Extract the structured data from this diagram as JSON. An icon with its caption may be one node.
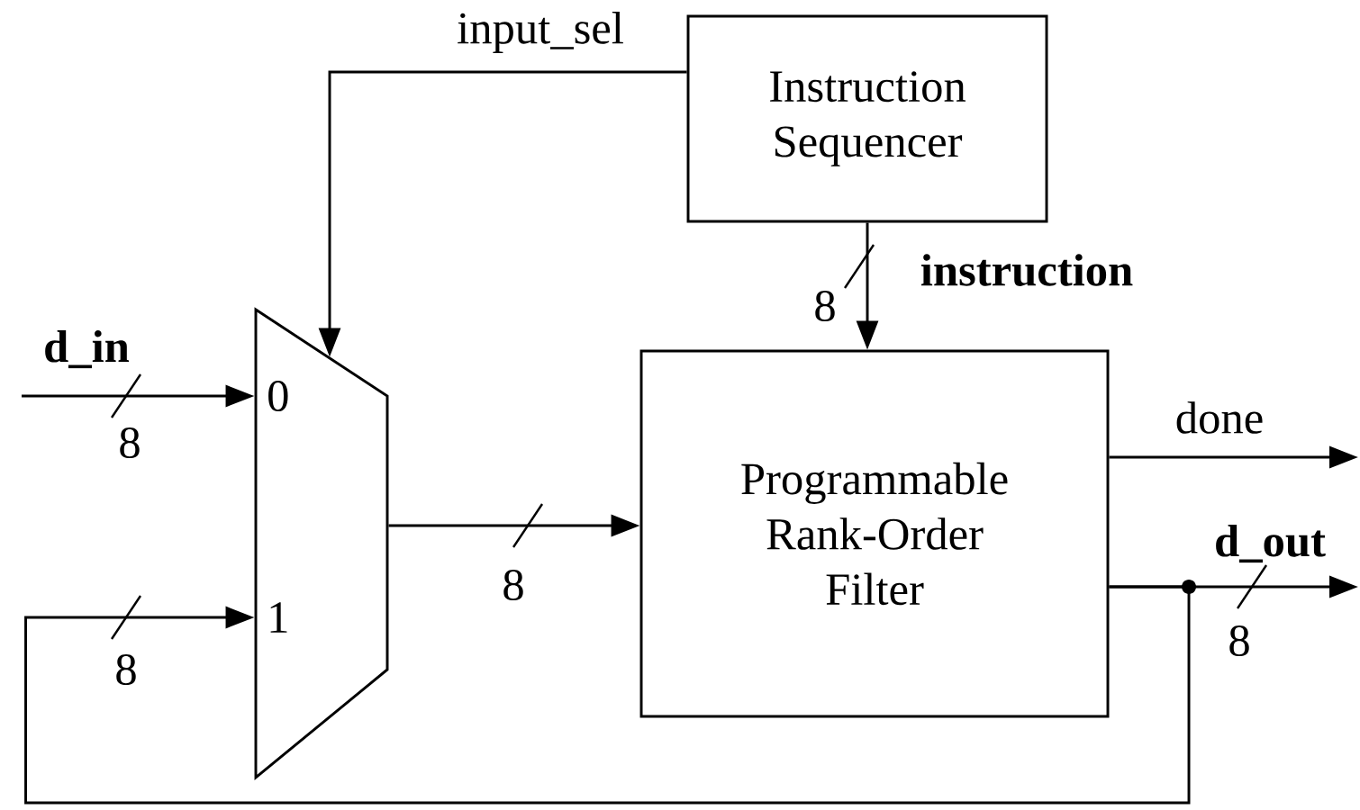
{
  "diagram": {
    "nodes": [
      {
        "text": [
          "Instruction Sequencer"
        ]
      },
      {
        "text": [
          "0",
          "1"
        ]
      },
      {
        "text": [
          "Programmable Rank-Order Filter"
        ]
      }
    ],
    "edges": [
      {
        "from": 0,
        "to": 1,
        "arrow": "to",
        "label": "input_sel"
      },
      {
        "from": 0,
        "to": 2,
        "arrow": "to",
        "label": "instruction"
      },
      {
        "from": null,
        "to": 1,
        "arrow": "to",
        "label": "d_in"
      },
      {
        "from": 1,
        "to": 2,
        "arrow": "to"
      },
      {
        "from": 2,
        "to": null,
        "arrow": "to",
        "label": "done"
      },
      {
        "from": 2,
        "to": null,
        "arrow": "to",
        "label": "d_out"
      },
      {
        "from": 2,
        "to": 1,
        "arrow": "to"
      }
    ],
    "labels": [
      "8",
      "8",
      "8",
      "8",
      "8"
    ]
  }
}
